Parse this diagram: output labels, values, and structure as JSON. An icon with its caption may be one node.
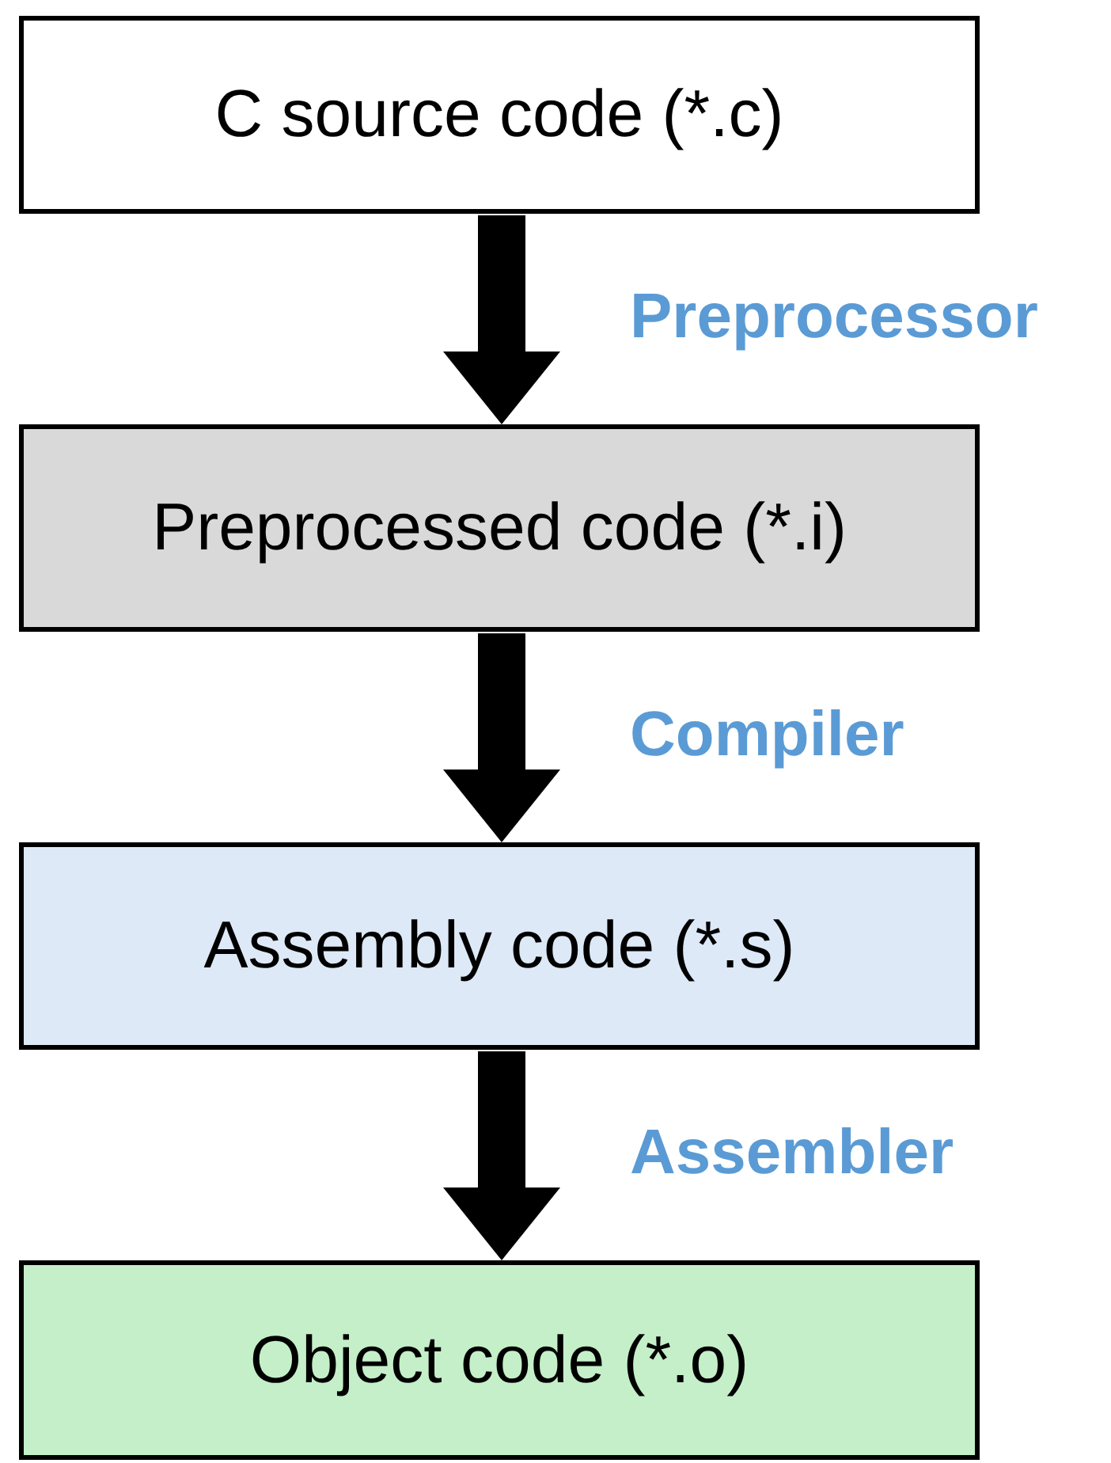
{
  "diagram": {
    "nodes": [
      {
        "text": [
          "C source code (*.c)"
        ]
      },
      {
        "text": [
          "Preprocessed code (*.i)"
        ]
      },
      {
        "text": [
          "Assembly code (*.s)"
        ]
      },
      {
        "text": [
          "Object code (*.o)"
        ]
      }
    ],
    "edges": [
      {
        "from": 0,
        "to": 1,
        "arrow": "to",
        "label": "Preprocessor"
      },
      {
        "from": 1,
        "to": 2,
        "arrow": "to",
        "label": "Compiler"
      },
      {
        "from": 2,
        "to": 3,
        "arrow": "to",
        "label": "Assembler"
      }
    ]
  }
}
